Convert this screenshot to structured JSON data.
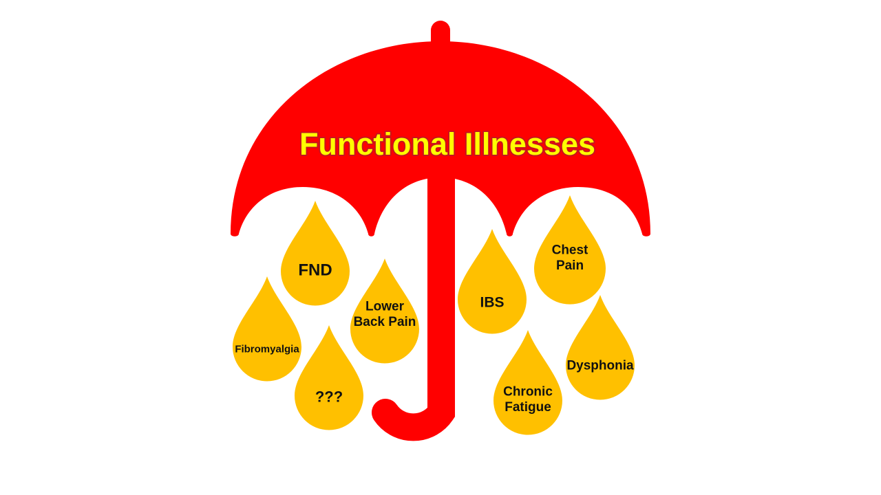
{
  "title": "Functional Illnesses",
  "colors": {
    "umbrella": "#ff0000",
    "drop": "#ffc000",
    "title_fill": "#ffff00",
    "title_outline": "#c5151e",
    "label_text": "#111111",
    "background": "#ffffff"
  },
  "drops": [
    {
      "id": "fnd",
      "lines": [
        "FND"
      ]
    },
    {
      "id": "fibromyalgia",
      "lines": [
        "Fibromyalgia"
      ]
    },
    {
      "id": "lower-back-pain",
      "lines": [
        "Lower",
        "Back Pain"
      ]
    },
    {
      "id": "unknown",
      "lines": [
        "???"
      ]
    },
    {
      "id": "ibs",
      "lines": [
        "IBS"
      ]
    },
    {
      "id": "chest-pain",
      "lines": [
        "Chest",
        "Pain"
      ]
    },
    {
      "id": "chronic-fatigue",
      "lines": [
        "Chronic",
        "Fatigue"
      ]
    },
    {
      "id": "dysphonia",
      "lines": [
        "Dysphonia"
      ]
    }
  ]
}
